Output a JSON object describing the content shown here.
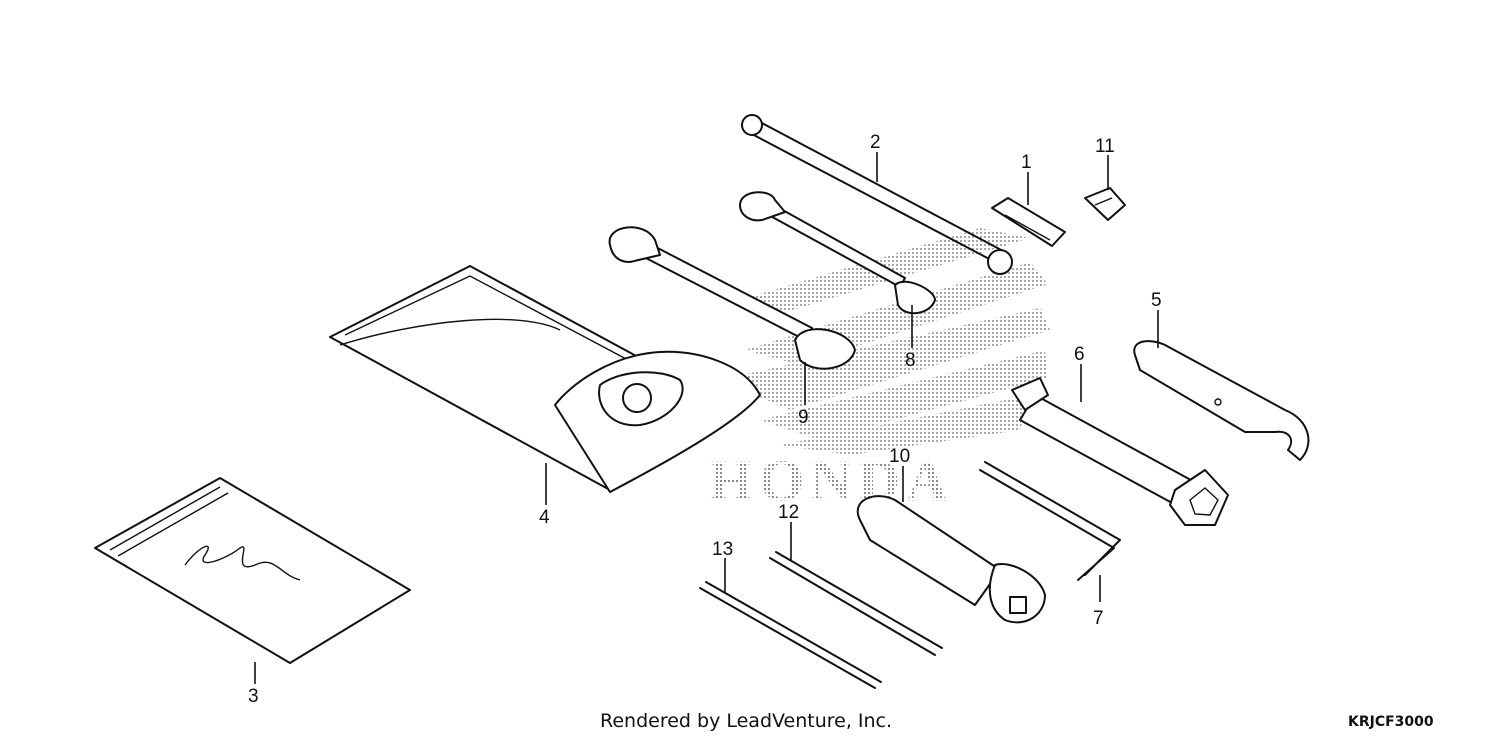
{
  "footer": {
    "credit": "Rendered by LeadVenture, Inc.",
    "diagram_code": "KRJCF3000"
  },
  "watermark": {
    "brand": "HONDA",
    "icon": "honda-wing-logo"
  },
  "callouts": [
    "1",
    "2",
    "3",
    "4",
    "5",
    "6",
    "7",
    "8",
    "9",
    "10",
    "11",
    "12",
    "13"
  ]
}
